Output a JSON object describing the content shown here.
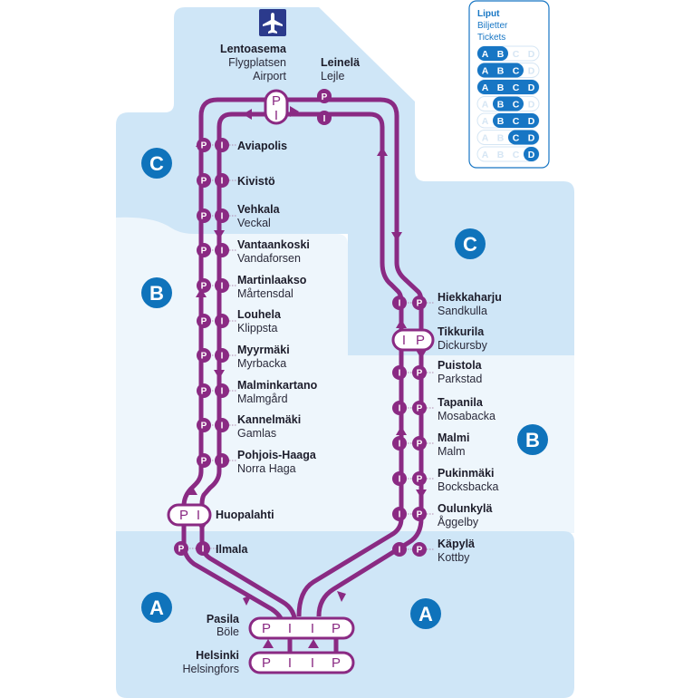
{
  "colors": {
    "line": "#8a2a83",
    "zone_c_bg": "#cfe6f7",
    "zone_b_bg": "#eef6fc",
    "zone_a_bg": "#cfe6f7",
    "zone_badge": "#0f73bb",
    "airport_icon_bg": "#2b3a8c",
    "legend_accent": "#1776c4"
  },
  "zones": [
    {
      "id": "C-west",
      "letter": "C"
    },
    {
      "id": "C-east",
      "letter": "C"
    },
    {
      "id": "B-west",
      "letter": "B"
    },
    {
      "id": "B-east",
      "letter": "B"
    },
    {
      "id": "A-west",
      "letter": "A"
    },
    {
      "id": "A-east",
      "letter": "A"
    }
  ],
  "airport_icon": "airplane-icon",
  "legend": {
    "title_fi": "Liput",
    "title_sv": "Biljetter",
    "title_en": "Tickets",
    "rows": [
      {
        "zones": [
          "A",
          "B",
          "C",
          "D"
        ],
        "active": [
          true,
          true,
          false,
          false
        ]
      },
      {
        "zones": [
          "A",
          "B",
          "C",
          "D"
        ],
        "active": [
          true,
          true,
          true,
          false
        ]
      },
      {
        "zones": [
          "A",
          "B",
          "C",
          "D"
        ],
        "active": [
          true,
          true,
          true,
          true
        ]
      },
      {
        "zones": [
          "A",
          "B",
          "C",
          "D"
        ],
        "active": [
          false,
          true,
          true,
          false
        ]
      },
      {
        "zones": [
          "A",
          "B",
          "C",
          "D"
        ],
        "active": [
          false,
          true,
          true,
          true
        ]
      },
      {
        "zones": [
          "A",
          "B",
          "C",
          "D"
        ],
        "active": [
          false,
          false,
          true,
          true
        ]
      },
      {
        "zones": [
          "A",
          "B",
          "C",
          "D"
        ],
        "active": [
          false,
          false,
          false,
          true
        ]
      }
    ]
  },
  "stations": {
    "lentoasema": {
      "fi": "Lentoasema",
      "sv": "Flygplatsen",
      "en": "Airport",
      "lines": [
        "P",
        "I"
      ]
    },
    "leinela": {
      "fi": "Leinelä",
      "sv": "Lejle",
      "lines": [
        "P",
        "I"
      ]
    },
    "aviapolis": {
      "fi": "Aviapolis",
      "lines": [
        "P",
        "I"
      ]
    },
    "kivisto": {
      "fi": "Kivistö",
      "lines": [
        "P",
        "I"
      ]
    },
    "vehkala": {
      "fi": "Vehkala",
      "sv": "Veckal",
      "lines": [
        "P",
        "I"
      ]
    },
    "vantaankoski": {
      "fi": "Vantaankoski",
      "sv": "Vandaforsen",
      "lines": [
        "P",
        "I"
      ]
    },
    "martinlaakso": {
      "fi": "Martinlaakso",
      "sv": "Mårtensdal",
      "lines": [
        "P",
        "I"
      ]
    },
    "louhela": {
      "fi": "Louhela",
      "sv": "Klippsta",
      "lines": [
        "P",
        "I"
      ]
    },
    "myyrmaki": {
      "fi": "Myyrmäki",
      "sv": "Myrbacka",
      "lines": [
        "P",
        "I"
      ]
    },
    "malminkartano": {
      "fi": "Malminkartano",
      "sv": "Malmgård",
      "lines": [
        "P",
        "I"
      ]
    },
    "kannelmaki": {
      "fi": "Kannelmäki",
      "sv": "Gamlas",
      "lines": [
        "P",
        "I"
      ]
    },
    "pohjois_haaga": {
      "fi": "Pohjois-Haaga",
      "sv": "Norra Haga",
      "lines": [
        "P",
        "I"
      ]
    },
    "huopalahti": {
      "fi": "Huopalahti",
      "lines": [
        "P",
        "I"
      ]
    },
    "ilmala": {
      "fi": "Ilmala",
      "lines": [
        "P",
        "I"
      ]
    },
    "pasila": {
      "fi": "Pasila",
      "sv": "Böle",
      "lines": [
        "P",
        "I",
        "I",
        "P"
      ]
    },
    "helsinki": {
      "fi": "Helsinki",
      "sv": "Helsingfors",
      "lines": [
        "P",
        "I",
        "I",
        "P"
      ]
    },
    "hiekkaharju": {
      "fi": "Hiekkaharju",
      "sv": "Sandkulla",
      "lines": [
        "I",
        "P"
      ]
    },
    "tikkurila": {
      "fi": "Tikkurila",
      "sv": "Dickursby",
      "lines": [
        "I",
        "P"
      ]
    },
    "puistola": {
      "fi": "Puistola",
      "sv": "Parkstad",
      "lines": [
        "I",
        "P"
      ]
    },
    "tapanila": {
      "fi": "Tapanila",
      "sv": "Mosabacka",
      "lines": [
        "I",
        "P"
      ]
    },
    "malmi": {
      "fi": "Malmi",
      "sv": "Malm",
      "lines": [
        "I",
        "P"
      ]
    },
    "pukinmaki": {
      "fi": "Pukinmäki",
      "sv": "Bocksbacka",
      "lines": [
        "I",
        "P"
      ]
    },
    "oulunkyla": {
      "fi": "Oulunkylä",
      "sv": "Åggelby",
      "lines": [
        "I",
        "P"
      ]
    },
    "kapyla": {
      "fi": "Käpylä",
      "sv": "Kottby",
      "lines": [
        "I",
        "P"
      ]
    }
  }
}
